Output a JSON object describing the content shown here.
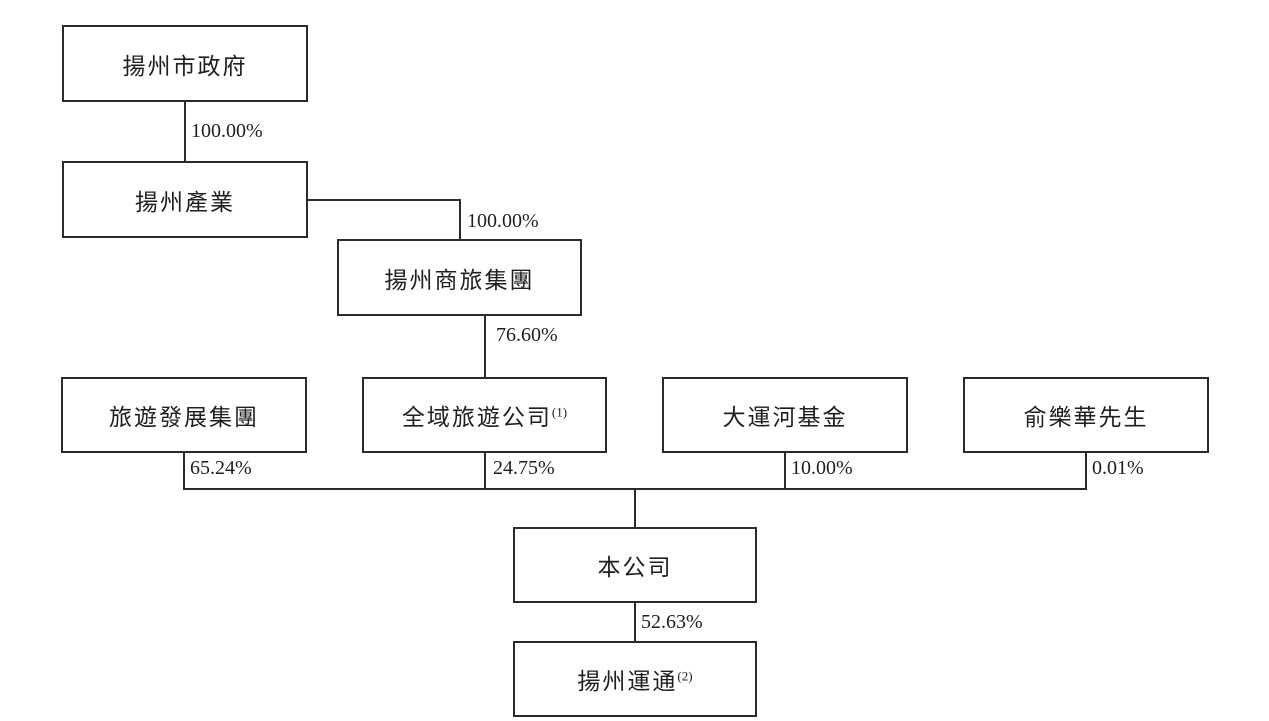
{
  "diagram": {
    "type": "org-shareholding-structure",
    "background_color": "#ffffff",
    "line_color": "#2b2b2b",
    "text_color": "#1f1f1f"
  },
  "nodes": {
    "gov": {
      "label": "揚州市政府",
      "sup": ""
    },
    "industry": {
      "label": "揚州產業",
      "sup": ""
    },
    "shanglv": {
      "label": "揚州商旅集團",
      "sup": ""
    },
    "fazhan": {
      "label": "旅遊發展集團",
      "sup": ""
    },
    "quanyu": {
      "label": "全域旅遊公司",
      "sup": "(1)"
    },
    "dayunhe": {
      "label": "大運河基金",
      "sup": ""
    },
    "yulehua": {
      "label": "俞樂華先生",
      "sup": ""
    },
    "company": {
      "label": "本公司",
      "sup": ""
    },
    "yuntong": {
      "label": "揚州運通",
      "sup": "(2)"
    }
  },
  "ownership": {
    "gov_to_industry": "100.00%",
    "industry_to_shanglv": "100.00%",
    "shanglv_to_quanyu": "76.60%",
    "fazhan_to_company": "65.24%",
    "quanyu_to_company": "24.75%",
    "dayunhe_to_company": "10.00%",
    "yulehua_to_company": "0.01%",
    "company_to_yuntong": "52.63%"
  }
}
